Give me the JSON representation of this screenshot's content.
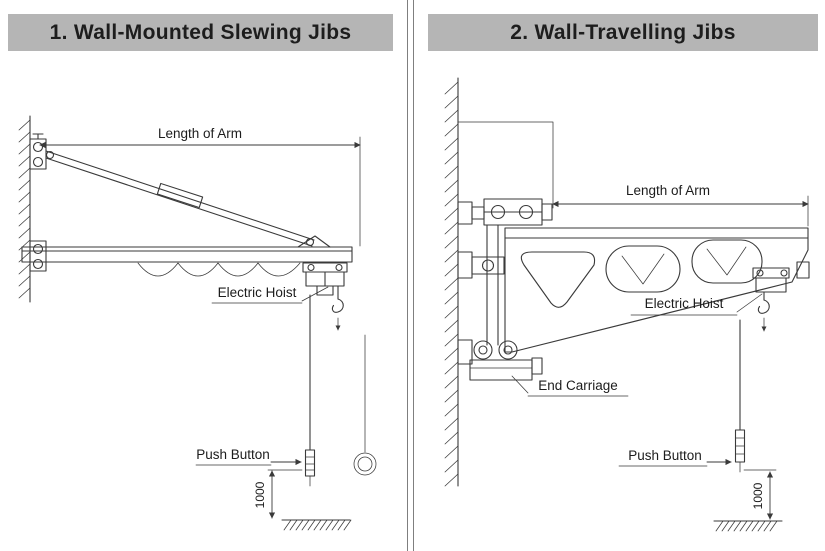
{
  "colors": {
    "header_bg": "#b5b5b5",
    "header_text": "#1d1d1d",
    "line": "#3a3a3a"
  },
  "panels": [
    {
      "title": "1. Wall-Mounted Slewing Jibs",
      "labels": {
        "length_of_arm": "Length of Arm",
        "electric_hoist": "Electric Hoist",
        "push_button": "Push Button",
        "height_dim": "1000"
      }
    },
    {
      "title": "2. Wall-Travelling Jibs",
      "labels": {
        "length_of_arm": "Length of Arm",
        "electric_hoist": "Electric Hoist",
        "end_carriage": "End Carriage",
        "push_button": "Push Button",
        "height_dim": "1000"
      }
    }
  ]
}
